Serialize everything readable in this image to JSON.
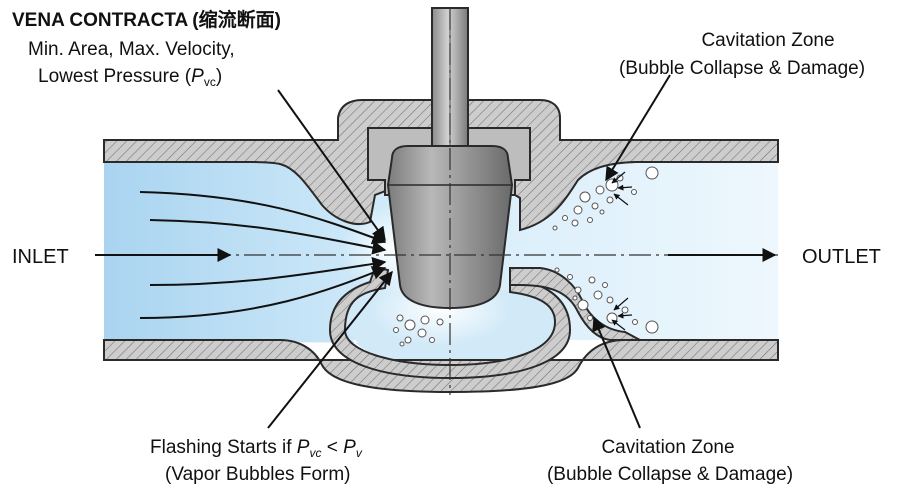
{
  "title": {
    "bold": "VENA CONTRACTA",
    "chinese": "(缩流断面)"
  },
  "vena_note": {
    "line1": "Min. Area, Max. Velocity,",
    "line2_prefix": "Lowest Pressure (",
    "p_symbol": "P",
    "p_subscript": "vc",
    "line2_suffix": ")"
  },
  "cavitation_top": {
    "line1": "Cavitation Zone",
    "line2": "(Bubble Collapse & Damage)"
  },
  "cavitation_bottom": {
    "line1": "Cavitation Zone",
    "line2": "(Bubble Collapse & Damage)"
  },
  "inlet_label": "INLET",
  "outlet_label": "OUTLET",
  "flashing": {
    "prefix": "Flashing Starts if ",
    "pvc_symbol": "P",
    "pvc_subscript": "vc",
    "operator": " < ",
    "pv_symbol": "P",
    "pv_subscript": "v",
    "line2": "(Vapor Bubbles Form)"
  },
  "colors": {
    "fluid": "#bfe0f5",
    "metal_body": "#c8c8c8",
    "plug": "#9a9a9a",
    "outline": "#2a2a2a",
    "hatch": "#6a6a6a"
  }
}
